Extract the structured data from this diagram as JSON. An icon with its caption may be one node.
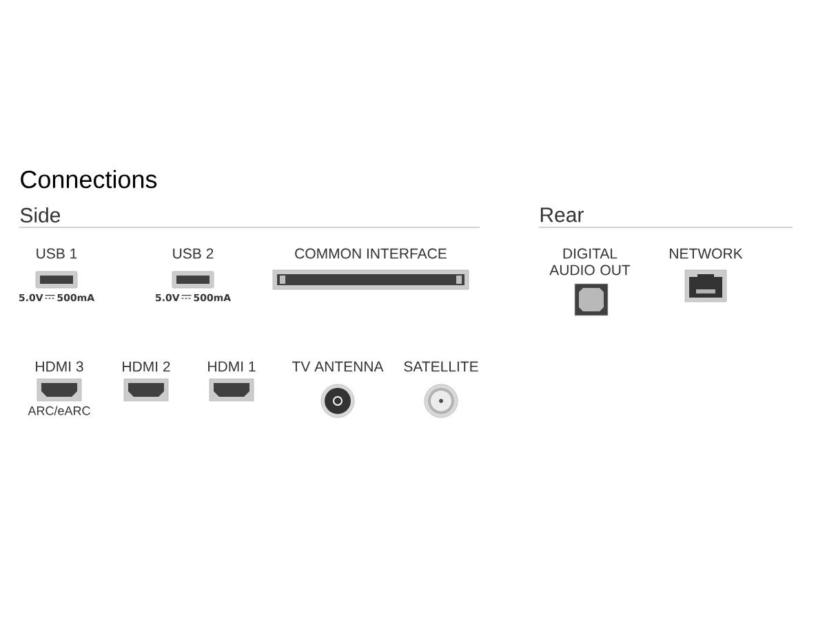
{
  "diagram": {
    "title": "Connections",
    "labels": [
      "Side",
      "Rear",
      "USB 1",
      "USB 2",
      "COMMON INTERFACE",
      "DIGITAL AUDIO OUT",
      "NETWORK",
      "5.0V",
      "500mA",
      "5.0V",
      "500mA",
      "HDMI 3",
      "HDMI 2",
      "HDMI 1",
      "TV ANTENNA",
      "SATELLITE",
      "ARC/eARC"
    ]
  }
}
